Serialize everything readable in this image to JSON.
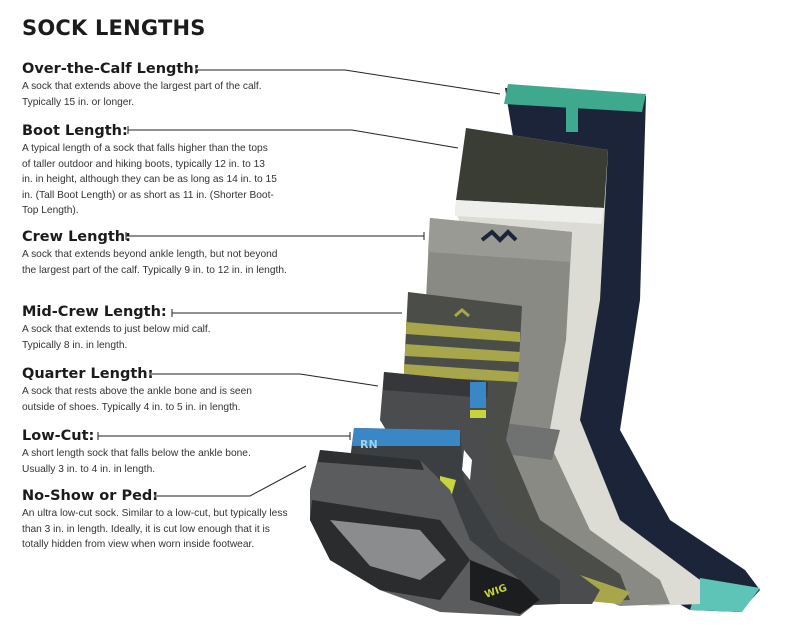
{
  "title": "SOCK LENGTHS",
  "entries": [
    {
      "heading": "Over-the-Calf Length:",
      "description": "A sock that extends above the largest part of the calf. Typically 15 in. or longer."
    },
    {
      "heading": "Boot Length:",
      "description": "A typical length of a sock that falls higher than the tops of taller outdoor and hiking boots, typically 12 in. to 13 in. in height, although they can be as long as 14 in. to 15 in. (Tall Boot Length) or as short as 11 in. (Shorter Boot-Top Length)."
    },
    {
      "heading": "Crew Length:",
      "description": "A sock that extends beyond ankle length, but not beyond the largest part of the calf. Typically 9 in. to 12 in. in length."
    },
    {
      "heading": "Mid-Crew Length:",
      "description": "A sock that extends to just below mid calf. Typically 8 in. in length."
    },
    {
      "heading": "Quarter Length:",
      "description": "A sock that rests above the ankle bone and is seen outside of shoes. Typically 4 in. to 5 in. in length."
    },
    {
      "heading": "Low-Cut:",
      "description": "A short length sock that falls below the ankle bone. Usually 3 in. to 4 in. in length."
    },
    {
      "heading": "No-Show or Ped:",
      "description": "An ultra low-cut sock. Similar to a low-cut, but typically less than 3 in. in length. Ideally, it is cut low enough that it is totally hidden from view when worn inside footwear."
    }
  ],
  "colors": {
    "otc_cuff": "#3ea98c",
    "otc_body": "#1b2438",
    "boot_body": "#3a3d33",
    "boot_light": "#dcdcd4",
    "crew_body": "#8a8a84",
    "midcrew_body": "#4a4d48",
    "midcrew_stripe": "#a7a64a",
    "quarter_body": "#4a4c4e",
    "lowcut_band": "#3b86c5",
    "noshow_body": "#5a5c5e",
    "accent_yellow": "#c9d33a"
  }
}
